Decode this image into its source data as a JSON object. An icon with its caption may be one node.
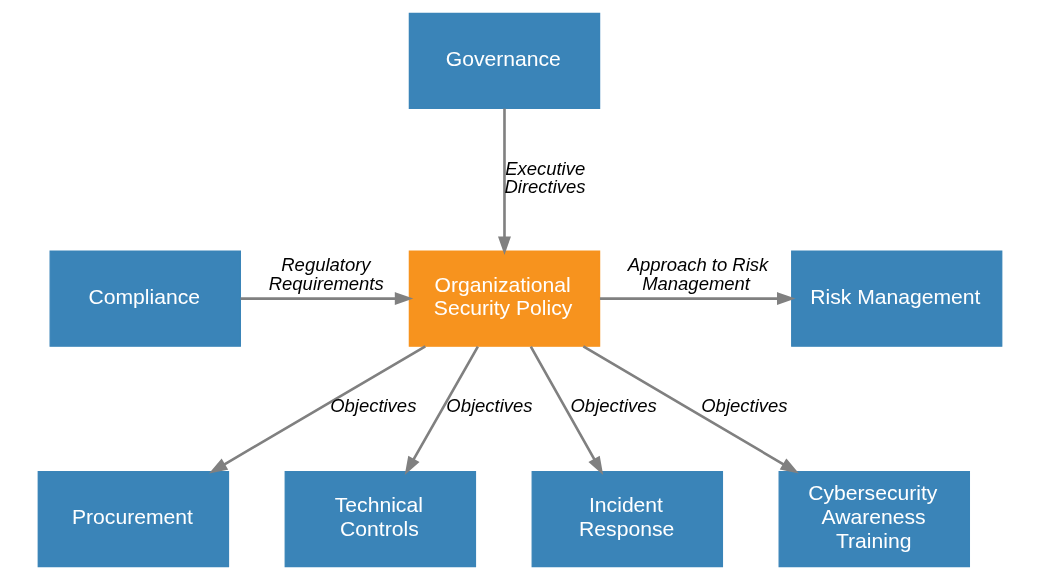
{
  "diagram": {
    "nodes": [
      {
        "text": [
          "Governance"
        ]
      },
      {
        "text": [
          "Risk Management"
        ]
      },
      {
        "text": [
          "Organizational Security Policy"
        ]
      },
      {
        "text": [
          "Compliance"
        ]
      },
      {
        "text": [
          "Procurement"
        ]
      },
      {
        "text": [
          "Technical Controls"
        ]
      },
      {
        "text": [
          "Incident Response"
        ]
      },
      {
        "text": [
          "Cybersecurity Awareness Training"
        ]
      }
    ],
    "edges": [
      {
        "from": 0,
        "to": 2,
        "arrow": "to",
        "label": "Executive Directives"
      },
      {
        "from": 2,
        "to": 1,
        "arrow": "to",
        "label": "Approach to Risk Management"
      },
      {
        "from": 3,
        "to": 2,
        "arrow": "to",
        "label": "Regulatory Requirements"
      },
      {
        "from": 2,
        "to": 4,
        "arrow": "to",
        "label": "Objectives"
      },
      {
        "from": 2,
        "to": 5,
        "arrow": "to",
        "label": "Objectives"
      },
      {
        "from": 2,
        "to": 6,
        "arrow": "to",
        "label": "Objectives"
      },
      {
        "from": 2,
        "to": 7,
        "arrow": "to",
        "label": "Objectives"
      }
    ]
  }
}
